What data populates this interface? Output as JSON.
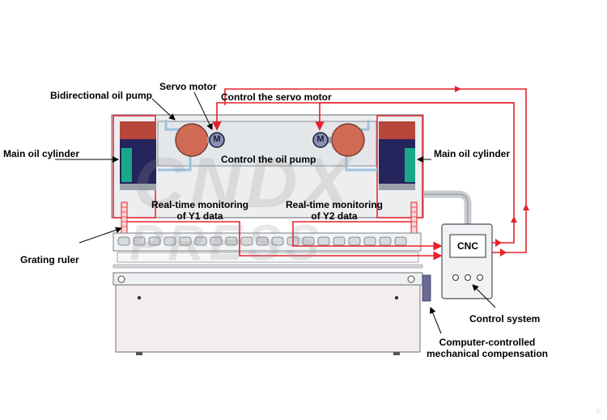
{
  "labels": {
    "bidirectional_oil_pump": "Bidirectional oil pump",
    "servo_motor": "Servo motor",
    "control_servo_motor": "Control the servo motor",
    "main_oil_cylinder_left": "Main oil cylinder",
    "main_oil_cylinder_right": "Main oil cylinder",
    "control_oil_pump": "Control the oil pump",
    "realtime_y1_line1": "Real-time monitoring",
    "realtime_y1_line2": "of Y1 data",
    "realtime_y2_line1": "Real-time monitoring",
    "realtime_y2_line2": "of Y2 data",
    "grating_ruler": "Grating ruler",
    "control_system": "Control system",
    "compensation_line1": "Computer-controlled",
    "compensation_line2": "mechanical compensation"
  },
  "cnc_label": "CNC",
  "motor_letter": "M",
  "watermark": {
    "top": "CNDX",
    "bottom": "PRESS"
  },
  "corner_mark": "©",
  "colors": {
    "signal_red": "#e8202a",
    "frame_gray": "#7a7f86",
    "panel_fill": "#eceef0",
    "cylinder_navy": "#26245c",
    "cylinder_green": "#1aa889",
    "pump_orange": "#cf6b55",
    "pipe_blue": "#9cc3df",
    "motor_blue": "#8a90b8"
  }
}
